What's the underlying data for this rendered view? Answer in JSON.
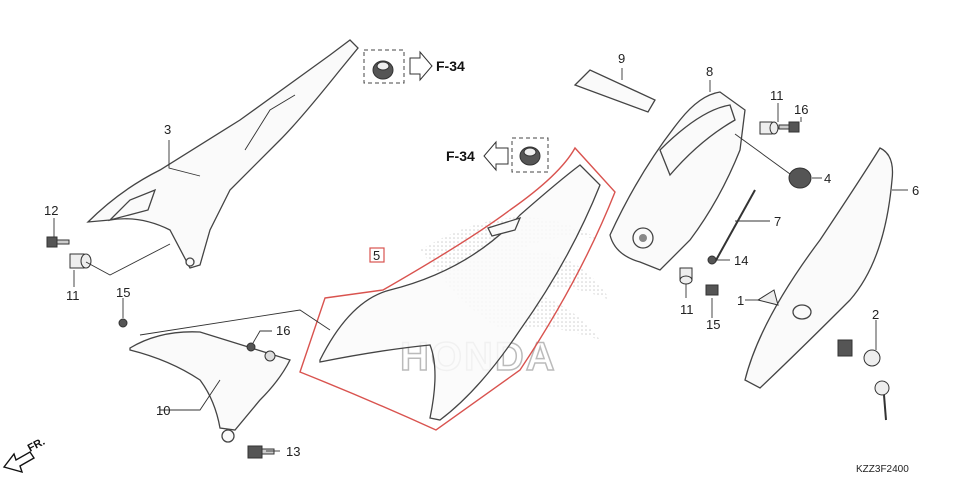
{
  "callouts": [
    {
      "id": "c1",
      "text": "1"
    },
    {
      "id": "c2",
      "text": "2"
    },
    {
      "id": "c3",
      "text": "3"
    },
    {
      "id": "c4",
      "text": "4"
    },
    {
      "id": "c5",
      "text": "5"
    },
    {
      "id": "c6",
      "text": "6"
    },
    {
      "id": "c7",
      "text": "7"
    },
    {
      "id": "c8",
      "text": "8"
    },
    {
      "id": "c9",
      "text": "9"
    },
    {
      "id": "c10",
      "text": "10"
    },
    {
      "id": "c11a",
      "text": "11"
    },
    {
      "id": "c11b",
      "text": "11"
    },
    {
      "id": "c11c",
      "text": "11"
    },
    {
      "id": "c12",
      "text": "12"
    },
    {
      "id": "c13",
      "text": "13"
    },
    {
      "id": "c14",
      "text": "14"
    },
    {
      "id": "c15a",
      "text": "15"
    },
    {
      "id": "c15b",
      "text": "15"
    },
    {
      "id": "c16a",
      "text": "16"
    },
    {
      "id": "c16b",
      "text": "16"
    }
  ],
  "refs": {
    "top": "F-34",
    "middle": "F-34"
  },
  "direction_label": "FR.",
  "watermark": "HONDA",
  "diagram_code": "KZZ3F2400",
  "colors": {
    "highlight": "#d9534f",
    "line": "#333333"
  }
}
